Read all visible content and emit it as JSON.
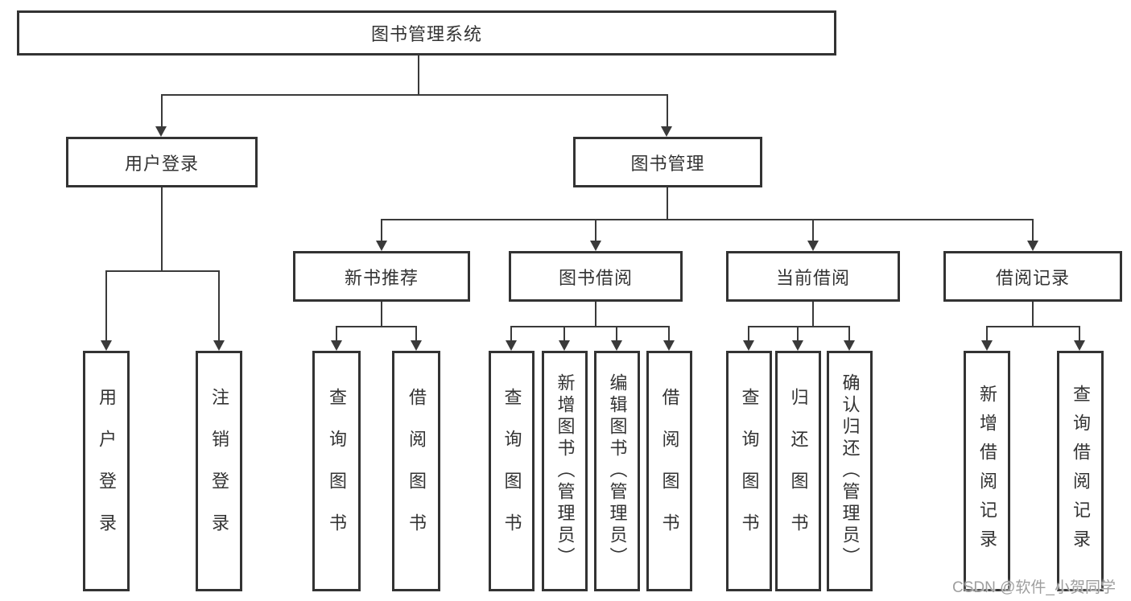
{
  "diagram": {
    "root_label": "图书管理系统",
    "branches": [
      {
        "label": "用户登录",
        "children": [
          {
            "label": "用户登录"
          },
          {
            "label": "注销登录"
          }
        ]
      },
      {
        "label": "图书管理",
        "children": [
          {
            "label": "新书推荐",
            "children": [
              {
                "label": "查询图书"
              },
              {
                "label": "借阅图书"
              }
            ]
          },
          {
            "label": "图书借阅",
            "children": [
              {
                "label": "查询图书"
              },
              {
                "label": "新增图书（管理员）"
              },
              {
                "label": "编辑图书（管理员）"
              },
              {
                "label": "借阅图书"
              }
            ]
          },
          {
            "label": "当前借阅",
            "children": [
              {
                "label": "查询图书"
              },
              {
                "label": "归还图书"
              },
              {
                "label": "确认归还（管理员）"
              }
            ]
          },
          {
            "label": "借阅记录",
            "children": [
              {
                "label": "新增借阅记录"
              },
              {
                "label": "查询借阅记录"
              }
            ]
          }
        ]
      }
    ]
  },
  "watermark": {
    "text": "CSDN @软件_小贺同学"
  },
  "colors": {
    "line": "#3a3a3a",
    "box_border": "#333333",
    "box_fill": "#ffffff",
    "text": "#333333",
    "background": "#ffffff",
    "watermark": "#9e9e9e"
  }
}
